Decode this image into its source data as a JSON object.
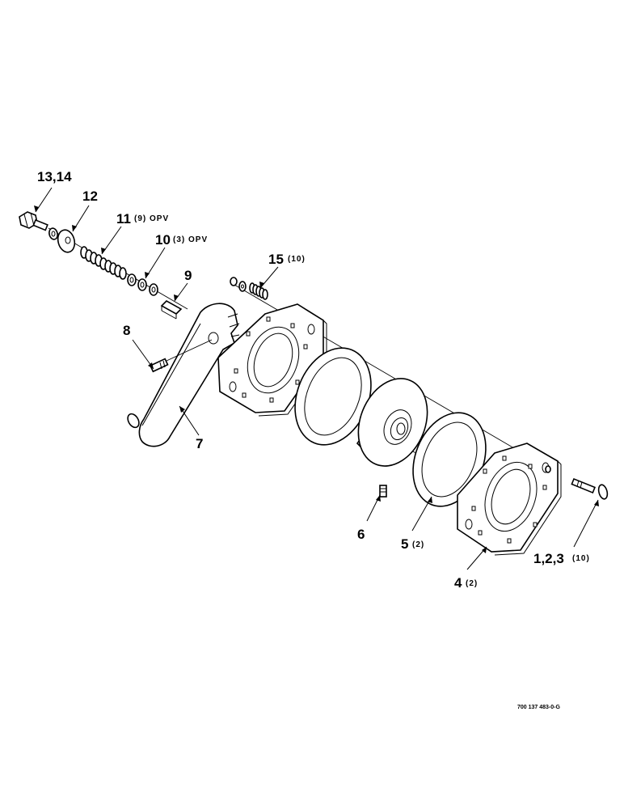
{
  "labels": {
    "p13_14": "13,14",
    "p12": "12",
    "p11": "11",
    "p11_note": "(9) OPV",
    "p10": "10",
    "p10_note": "(3) OPV",
    "p9": "9",
    "p15": "15",
    "p15_note": "(10)",
    "p8": "8",
    "p7": "7",
    "p6": "6",
    "p5": "5",
    "p5_note": "(2)",
    "p4": "4",
    "p4_note": "(2)",
    "p1_2_3": "1,2,3",
    "p1_2_3_note": "(10)"
  },
  "drawing_number": "700 137 483-0-G"
}
